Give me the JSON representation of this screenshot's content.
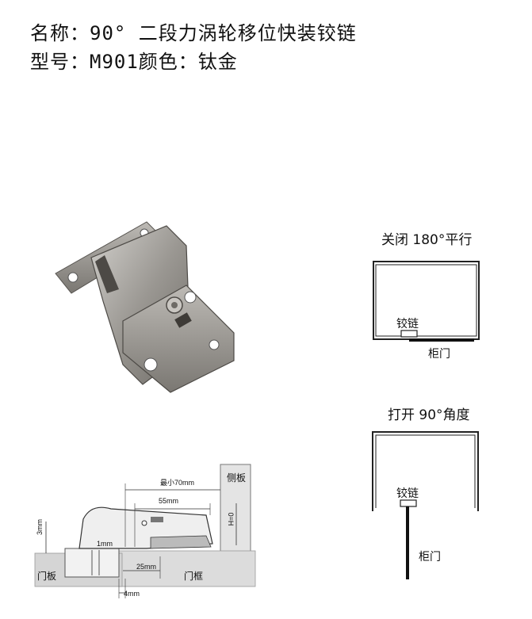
{
  "header": {
    "name_label": "名称：",
    "name_value": "90° 二段力涡轮移位快装铰链",
    "model_label": "型号：",
    "model_value": "M901",
    "color_label": "颜色：",
    "color_value": "钛金"
  },
  "state_closed": {
    "caption": "关闭 180°平行",
    "hinge_label": "铰链",
    "door_label": "柜门"
  },
  "state_open": {
    "caption": "打开 90°角度",
    "hinge_label": "铰链",
    "door_label": "柜门"
  },
  "technical_drawing": {
    "side_panel_label": "侧板",
    "door_panel_label": "门板",
    "door_frame_label": "门框",
    "dim_min_70": "最小70mm",
    "dim_55": "55mm",
    "dim_3": "3mm",
    "dim_1": "1mm",
    "dim_25": "25mm",
    "dim_4": "4mm",
    "dim_h0": "H=0"
  },
  "colors": {
    "hinge_metal": "#8a8782",
    "hinge_dark": "#4d4a46",
    "drawing_gray": "#cfcfcf",
    "line": "#222222"
  }
}
